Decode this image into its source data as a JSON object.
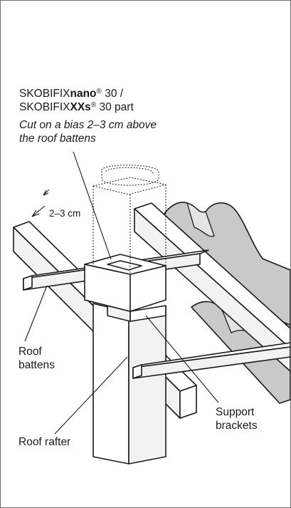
{
  "heading": {
    "line1_prefix": "SKOBIFIX",
    "line1_bold": "nano",
    "line1_reg": "®",
    "line1_suffix": " 30 /",
    "line2_prefix": "SKOBIFIX",
    "line2_bold": "XXs",
    "line2_reg": "®",
    "line2_suffix": " 30 part"
  },
  "instruction": {
    "line1": "Cut on a bias 2–3 cm above",
    "line2": "the roof battens"
  },
  "dimension": {
    "label": "2–3 cm"
  },
  "labels": {
    "roof_battens_1": "Roof",
    "roof_battens_2": "battens",
    "support_brackets_1": "Support",
    "support_brackets_2": "brackets",
    "roof_rafter": "Roof rafter"
  },
  "colors": {
    "border": "#6e6e6e",
    "tile_fill": "#c9c9c9",
    "line": "#1a1a1a"
  }
}
